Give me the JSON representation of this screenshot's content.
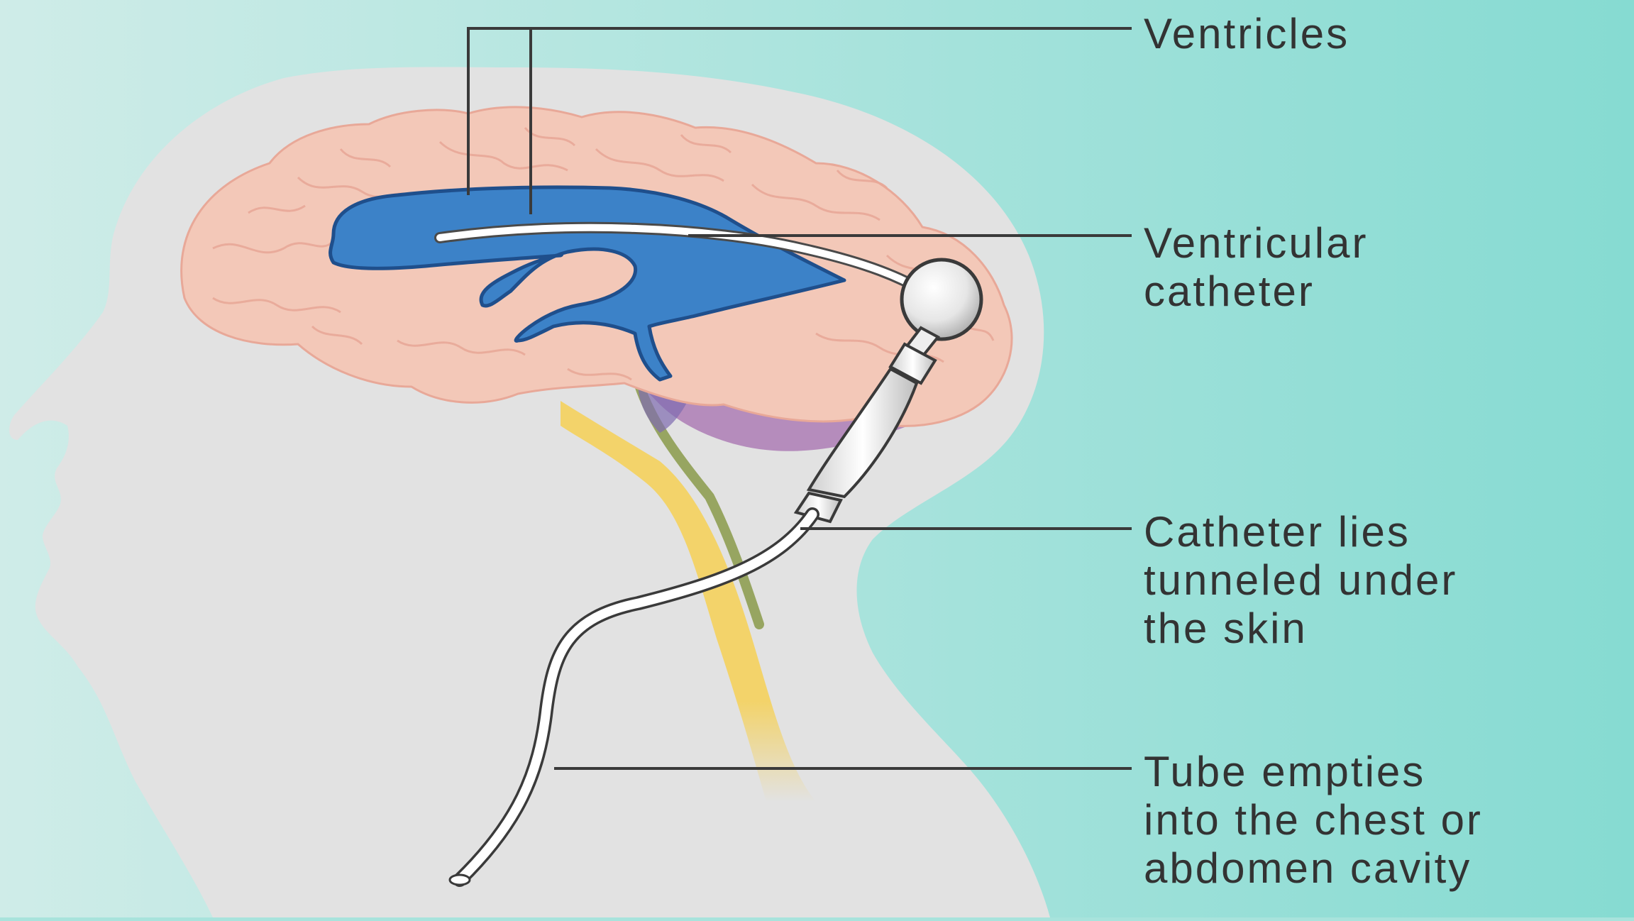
{
  "colors": {
    "background_left": "#cfece8",
    "background_right": "#86dbd2",
    "head": "#e2e2e2",
    "brain": "#f3c8b8",
    "brain_outline": "#e8a898",
    "ventricles": "#3c82c8",
    "ventricles_outline": "#1f4f8c",
    "cerebellum": "#b58cbc",
    "spinal_cord": "#f3d36a",
    "catheter": "#ffffff",
    "leader_line": "#3a3a3a"
  },
  "labels": {
    "ventricles": {
      "lines": [
        "Ventricles"
      ]
    },
    "ventricular_catheter": {
      "lines": [
        "Ventricular",
        "catheter"
      ]
    },
    "tunneled": {
      "lines": [
        "Catheter lies",
        "tunneled under",
        "the skin"
      ]
    },
    "tube": {
      "lines": [
        "Tube empties",
        "into the chest or",
        "abdomen cavity"
      ]
    }
  }
}
